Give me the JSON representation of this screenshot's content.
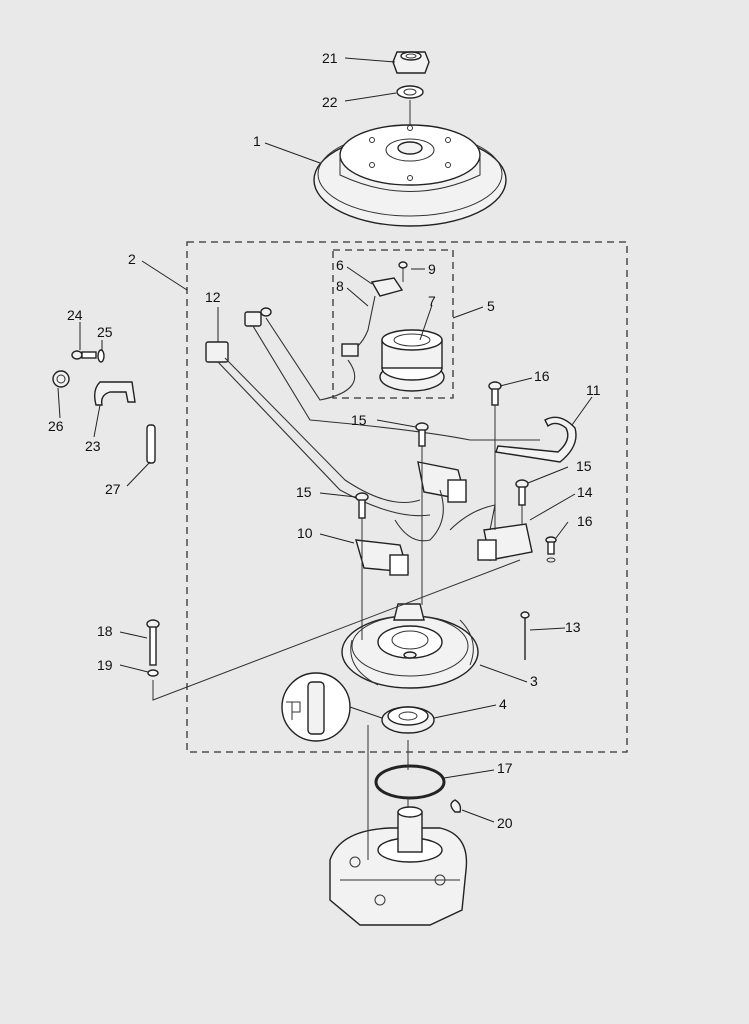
{
  "callouts": [
    "1",
    "2",
    "3",
    "4",
    "5",
    "6",
    "7",
    "8",
    "9",
    "10",
    "11",
    "12",
    "13",
    "14",
    "15",
    "15",
    "15",
    "16",
    "16",
    "17",
    "18",
    "19",
    "20",
    "21",
    "22",
    "23",
    "24",
    "25",
    "26",
    "27"
  ],
  "colors": {
    "background": "#e9e9e9",
    "line": "#222222",
    "fill": "#f2f2f2"
  }
}
